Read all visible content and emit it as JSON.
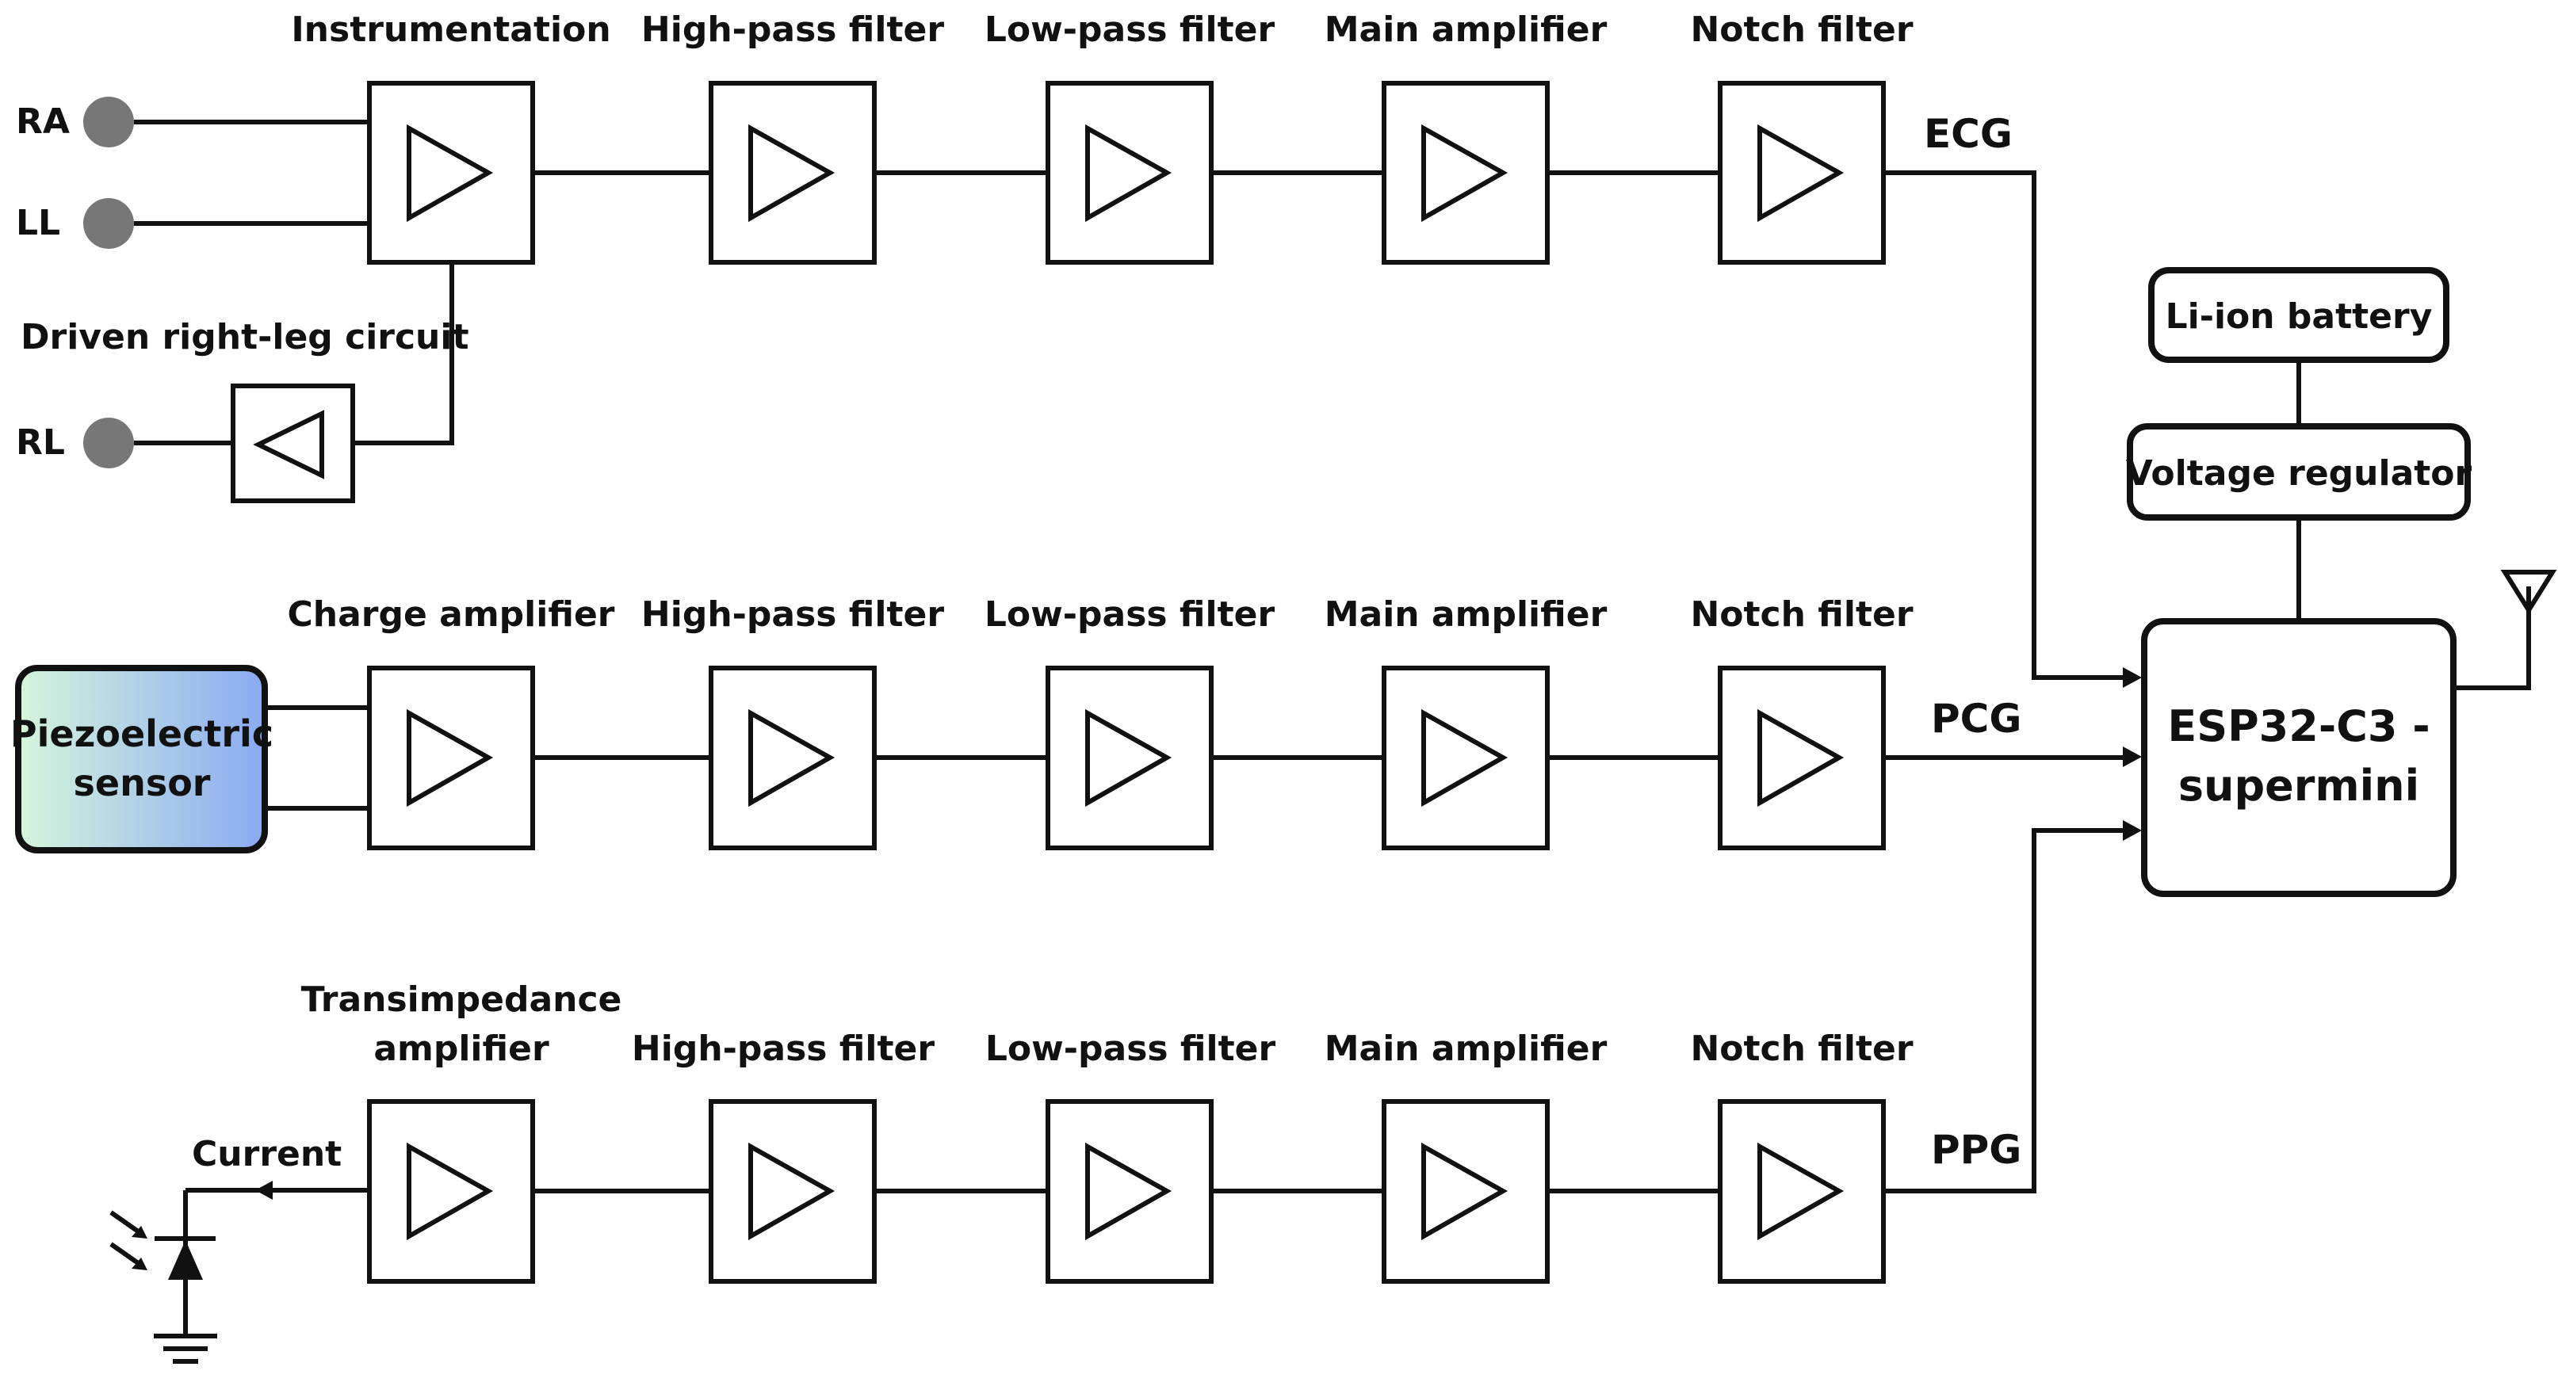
{
  "chains": [
    {
      "id": "ecg",
      "output_label": "ECG",
      "stages": [
        "Instrumentation",
        "High-pass filter",
        "Low-pass filter",
        "Main amplifier",
        "Notch filter"
      ]
    },
    {
      "id": "pcg",
      "output_label": "PCG",
      "stages": [
        "Charge amplifier",
        "High-pass filter",
        "Low-pass filter",
        "Main amplifier",
        "Notch filter"
      ]
    },
    {
      "id": "ppg",
      "output_label": "PPG",
      "stages": [
        "Transimpedance amplifier",
        "High-pass filter",
        "Low-pass filter",
        "Main amplifier",
        "Notch filter"
      ],
      "first_stage_lines": [
        "Transimpedance",
        "amplifier"
      ]
    }
  ],
  "electrodes": {
    "ra": "RA",
    "ll": "LL",
    "rl": "RL"
  },
  "drl_label": "Driven right-leg circuit",
  "sensor": {
    "lines": [
      "Piezoelectric",
      "sensor"
    ],
    "gradient_start": "#d6f5dc",
    "gradient_end": "#8aaaf2"
  },
  "photodiode_current_label": "Current",
  "mcu": {
    "lines": [
      "ESP32-C3 -",
      "supermini"
    ]
  },
  "power": {
    "battery": "Li-ion battery",
    "regulator": "Voltage regulator"
  },
  "colors": {
    "line": "#111111",
    "electrode": "#777777",
    "background": "#ffffff"
  }
}
